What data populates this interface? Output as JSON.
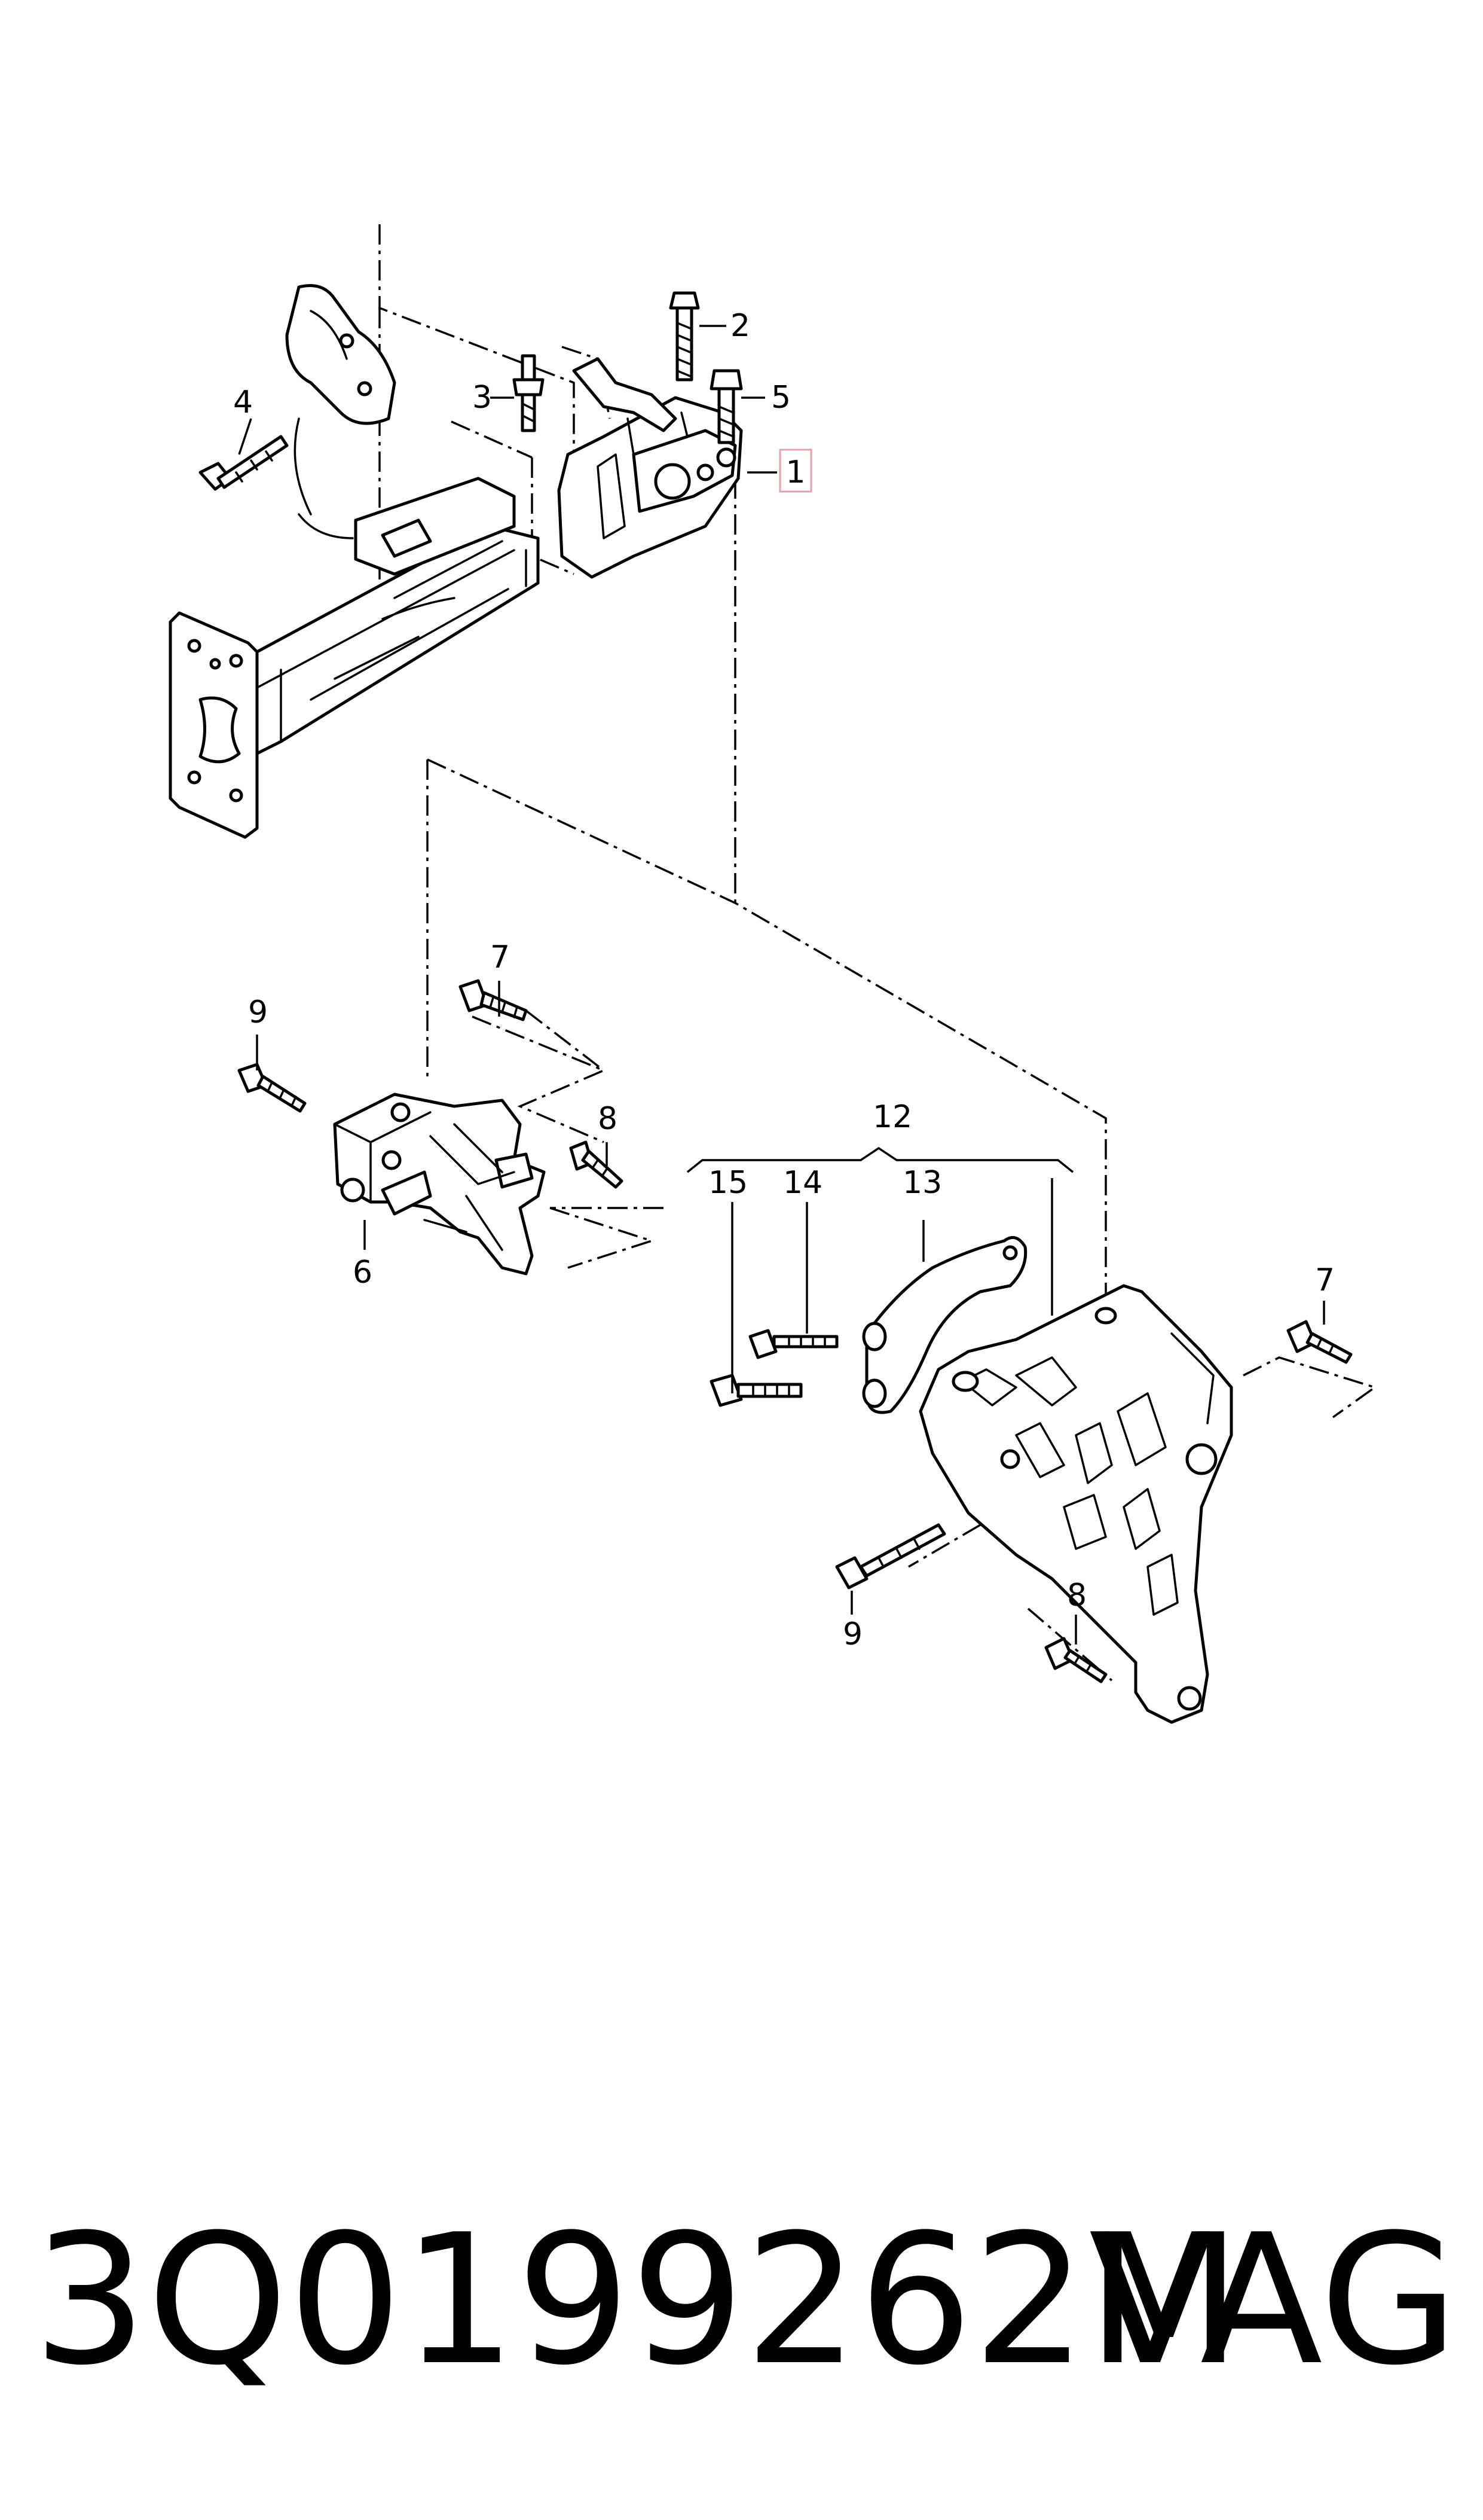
{
  "diagram": {
    "callouts": [
      {
        "id": "1",
        "label": "1",
        "highlighted": true
      },
      {
        "id": "2",
        "label": "2"
      },
      {
        "id": "3",
        "label": "3"
      },
      {
        "id": "4",
        "label": "4"
      },
      {
        "id": "5",
        "label": "5"
      },
      {
        "id": "6",
        "label": "6"
      },
      {
        "id": "7a",
        "label": "7"
      },
      {
        "id": "7b",
        "label": "7"
      },
      {
        "id": "8a",
        "label": "8"
      },
      {
        "id": "8b",
        "label": "8"
      },
      {
        "id": "9a",
        "label": "9"
      },
      {
        "id": "9b",
        "label": "9"
      },
      {
        "id": "12",
        "label": "12"
      },
      {
        "id": "13",
        "label": "13"
      },
      {
        "id": "14",
        "label": "14"
      },
      {
        "id": "15",
        "label": "15"
      }
    ],
    "highlight_color": "#e8a0a8"
  },
  "footer": {
    "part_number": "3Q0199262M",
    "brand": "VAG"
  }
}
